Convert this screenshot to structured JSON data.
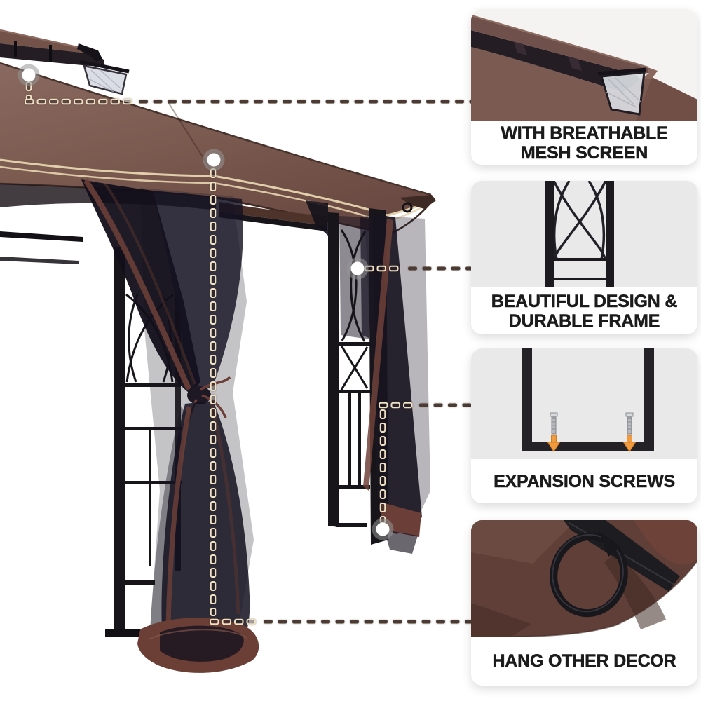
{
  "callouts": [
    {
      "id": "mesh-screen",
      "label": "WITH BREATHABLE MESH SCREEN"
    },
    {
      "id": "frame-design",
      "label": "BEAUTIFUL DESIGN & DURABLE FRAME"
    },
    {
      "id": "expansion-screws",
      "label": "EXPANSION SCREWS"
    },
    {
      "id": "hang-decor",
      "label": "HANG OTHER DECOR"
    }
  ],
  "icons": {
    "callout_marker": "white-dot-with-gray-halo",
    "hang_ring": "black-metal-ring",
    "expansion_screw": "metal-screw",
    "arrow": "orange-down-arrow"
  },
  "colors": {
    "canopy_brown": "#7b5a51",
    "canopy_dark_brown": "#5f3f38",
    "valance_trim_cream": "#e7d5b0",
    "frame_black": "#17141a",
    "mesh_black": "#16131f",
    "curtain_trim_brown": "#6f4139",
    "dash_dark": "#4b3b33",
    "dash_cream": "#eee1c4",
    "arrow_orange": "#f29a3e",
    "panel_bg_gray": "#e9e9ea"
  }
}
